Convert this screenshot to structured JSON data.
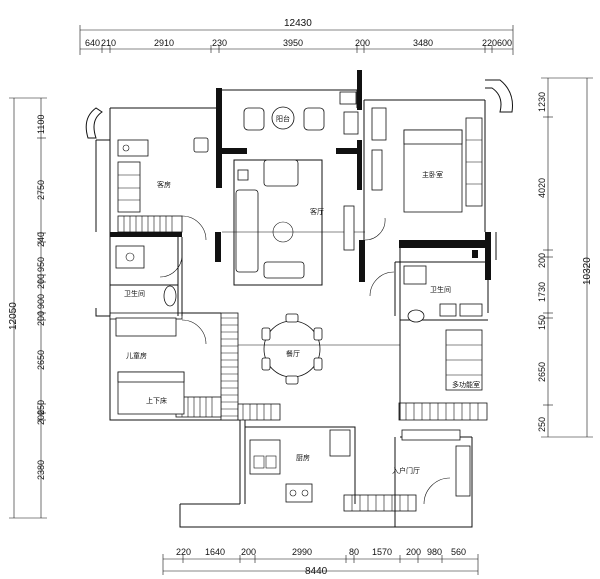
{
  "dimensions": {
    "top_total": "12430",
    "top": [
      "640",
      "210",
      "2910",
      "230",
      "3950",
      "200",
      "3480",
      "220",
      "600"
    ],
    "bottom_total": "8440",
    "bottom": [
      "220",
      "1640",
      "200",
      "2990",
      "80",
      "1570",
      "200",
      "980",
      "560"
    ],
    "left_total": "12050",
    "left": [
      "1100",
      "2750",
      "240",
      "950",
      "200",
      "900",
      "200",
      "2650",
      "250",
      "200",
      "2380"
    ],
    "right_total": "10320",
    "right": [
      "1230",
      "4020",
      "200",
      "1730",
      "150",
      "2650",
      "250"
    ]
  },
  "rooms": {
    "balcony": "阳台",
    "guest_bedroom": "客房",
    "living_room": "客厅",
    "master_bedroom": "主卧室",
    "bathroom_left": "卫生间",
    "bathroom_right": "卫生间",
    "childrens_room": "儿童房",
    "bunk_bed": "上下床",
    "dining_room": "餐厅",
    "multi_function_room": "多功能室",
    "kitchen": "厨房",
    "entrance_foyer": "入户门厅"
  }
}
